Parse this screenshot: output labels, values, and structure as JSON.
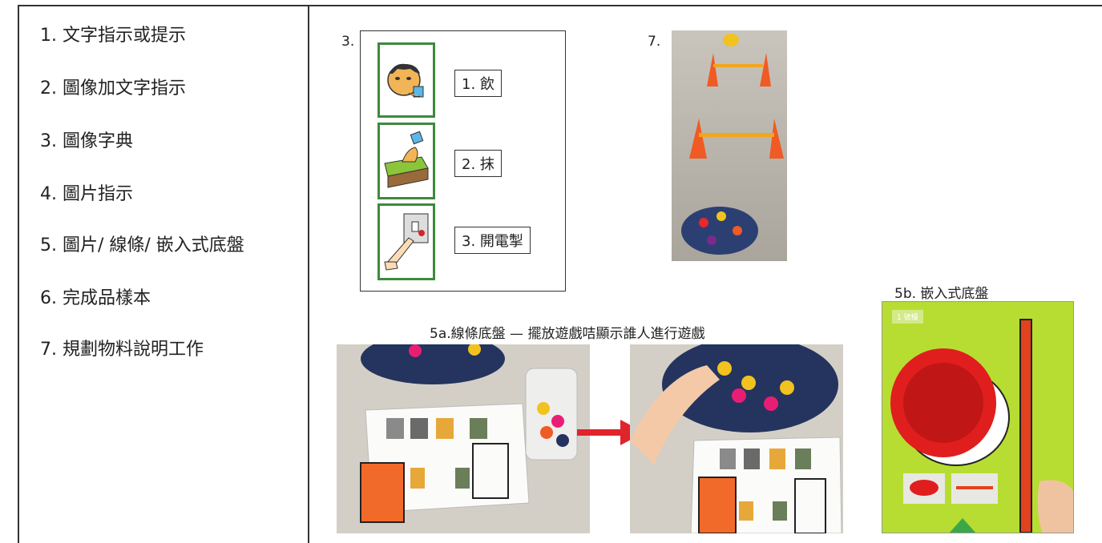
{
  "left_list": {
    "items": [
      "1. 文字指示或提示",
      "2. 圖像加文字指示",
      "3. 圖像字典",
      "4. 圖片指示",
      "5. 圖片/ 線條/ 嵌入式底盤",
      "6. 完成品樣本",
      "7. 規劃物料說明工作"
    ]
  },
  "examples": {
    "label_3": "3.",
    "label_7": "7.",
    "caption_5a": "5a.線條底盤 — 擺放遊戲咭顯示誰人進行遊戲",
    "caption_5b": "5b. 嵌入式底盤",
    "dictionary_words": [
      "1. 飲",
      "2. 抹",
      "3. 開電掣"
    ],
    "tray_tag": "1 號檯"
  },
  "colors": {
    "picture_border": "#3d8a3d",
    "tray_green": "#b7dd32",
    "bowl_red": "#e01e1e",
    "arrow_red": "#e0242c",
    "card_orange": "#f26a2a"
  }
}
